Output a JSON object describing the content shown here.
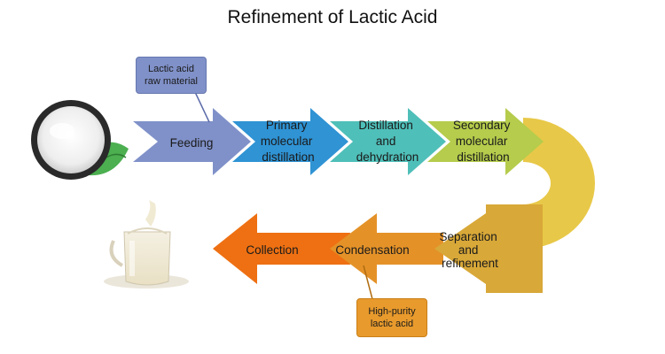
{
  "title": "Refinement of Lactic Acid",
  "steps": {
    "feeding": "Feeding",
    "primary": [
      "Primary",
      "molecular",
      "distillation"
    ],
    "dehydration": [
      "Distillation",
      "and",
      "dehydration"
    ],
    "secondary": [
      "Secondary",
      "molecular",
      "distillation"
    ],
    "separation": [
      "Separation",
      "and",
      "refinement"
    ],
    "condensation": "Condensation",
    "collection": "Collection"
  },
  "callouts": {
    "raw_material": [
      "Lactic acid",
      "raw material"
    ],
    "high_purity": [
      "High-purity",
      "lactic acid"
    ]
  },
  "colors": {
    "feeding": "#8091c9",
    "primary": "#2f93d4",
    "dehydration": "#4fbfb9",
    "secondary": "#b5cc4c",
    "u_turn": "#e8c848",
    "separation": "#d8a838",
    "condensation": "#e49228",
    "collection": "#ee7012"
  },
  "icons": {
    "powder": "lactic-powder-bowl-icon",
    "glass": "milk-glass-icon"
  }
}
